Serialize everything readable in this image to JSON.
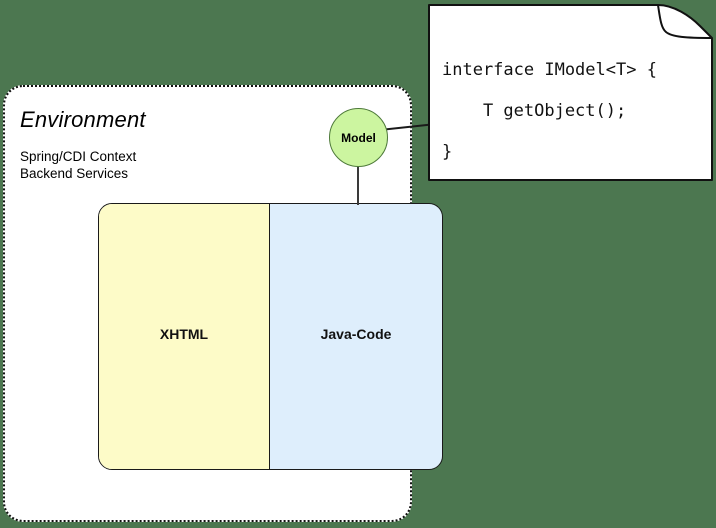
{
  "diagram": {
    "background_color": "#4c7750",
    "environment": {
      "title": "Environment",
      "subtitle_line1": "Spring/CDI Context",
      "subtitle_line2": "Backend Services",
      "fill_color": "#ffffff",
      "border_style": "dotted"
    },
    "panels": [
      {
        "label": "XHTML",
        "fill_color": "#fdfbc8"
      },
      {
        "label": "Java-Code",
        "fill_color": "#deeefc"
      }
    ],
    "model_node": {
      "label": "Model",
      "fill_color": "#ccf5a0",
      "border_color": "#4e7a3a",
      "shape": "circle"
    },
    "note": {
      "code_line1": "interface IModel<T> {",
      "code_line2": "    T getObject();",
      "code_line3": "}",
      "fill_color": "#ffffff",
      "border_color": "#111111",
      "shape": "folded-corner-note"
    },
    "connectors": [
      {
        "from": "model-node",
        "to": "java-code-panel",
        "style": "solid-line"
      },
      {
        "from": "model-node",
        "to": "code-note",
        "style": "solid-line"
      }
    ]
  }
}
